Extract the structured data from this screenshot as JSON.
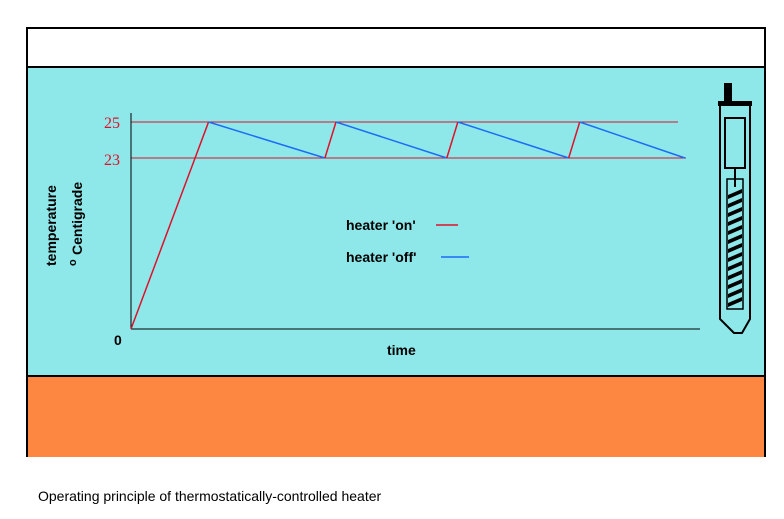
{
  "chart_data": {
    "type": "line",
    "y_ticks": [
      "25",
      "23"
    ],
    "y_origin": "0",
    "ylabel_line1": "temperature",
    "ylabel_line2": "Centigrade",
    "ylabel_superscript": "o",
    "xlabel": "time",
    "legend": [
      {
        "label": "heater 'on'",
        "color": "#e0102a"
      },
      {
        "label": "heater 'off'",
        "color": "#1c6cf4"
      }
    ],
    "threshold_lines": [
      25,
      23
    ],
    "series": [
      {
        "x": [
          0,
          14,
          35,
          37,
          57,
          59,
          79,
          81,
          100
        ],
        "y": [
          0,
          25,
          23,
          25,
          23,
          25,
          23,
          25,
          23
        ]
      }
    ],
    "xlim": [
      0,
      100
    ],
    "ylim": [
      0,
      25
    ]
  },
  "caption": "Operating principle of thermostatically-controlled heater",
  "colors": {
    "frame_bg": "#ffffff",
    "water": "#8ee8ea",
    "base": "#fd8641",
    "on_line": "#e0102a",
    "off_line": "#1c6cf4",
    "axis": "#000000"
  }
}
